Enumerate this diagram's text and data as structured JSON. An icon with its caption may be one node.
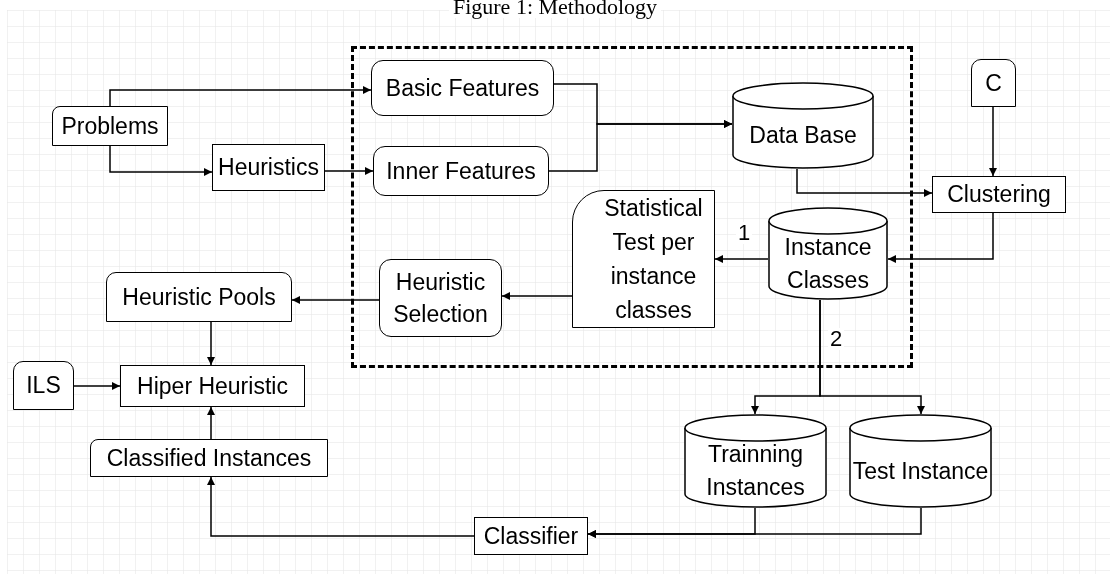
{
  "diagram": {
    "title": "Figure 1: Methodology",
    "nodes": [
      {
        "text": [],
        "shape": "box"
      },
      {
        "text": [
          "Problems"
        ]
      },
      {
        "text": [
          "Basic Features"
        ],
        "in": 0
      },
      {
        "text": [
          "Heuristics"
        ]
      },
      {
        "text": [
          "Inner Features"
        ],
        "in": 0
      },
      {
        "text": [
          "Data Base"
        ],
        "in": 0
      },
      {
        "text": [
          "C"
        ]
      },
      {
        "text": [
          "Clustering"
        ]
      },
      {
        "text": [
          "Statistical Test per instance classes"
        ],
        "in": 0
      },
      {
        "text": [
          "Instance Classes"
        ],
        "in": 0
      },
      {
        "text": [
          "Heuristic Selection"
        ],
        "in": 0
      },
      {
        "text": [
          "Heuristic Pools"
        ]
      },
      {
        "text": [
          "ILS"
        ]
      },
      {
        "text": [
          "Hiper Heuristic"
        ]
      },
      {
        "text": [
          "Classified Instances"
        ]
      },
      {
        "text": [
          "Trainning Instances"
        ]
      },
      {
        "text": [
          "Test Instance"
        ]
      },
      {
        "text": [
          "Classifier"
        ]
      }
    ],
    "edges": [
      {
        "from": 1,
        "to": 2,
        "arrow": "to"
      },
      {
        "from": 1,
        "to": 3,
        "arrow": "to"
      },
      {
        "from": 3,
        "to": 4,
        "arrow": "to"
      },
      {
        "from": 2,
        "to": 5,
        "arrow": "to"
      },
      {
        "from": 4,
        "to": 5,
        "arrow": "to"
      },
      {
        "from": 5,
        "to": 7,
        "arrow": "to"
      },
      {
        "from": 6,
        "to": 7,
        "arrow": "to"
      },
      {
        "from": 7,
        "to": 9,
        "arrow": "to"
      },
      {
        "from": 9,
        "to": 8,
        "arrow": "to",
        "label": "1"
      },
      {
        "from": 8,
        "to": 10,
        "arrow": "to"
      },
      {
        "from": 10,
        "to": 11,
        "arrow": "to"
      },
      {
        "from": 11,
        "to": 13,
        "arrow": "to"
      },
      {
        "from": 12,
        "to": 13,
        "arrow": "to"
      },
      {
        "from": 14,
        "to": 13,
        "arrow": "to"
      },
      {
        "from": 9,
        "to": 15,
        "arrow": "to",
        "label": "2"
      },
      {
        "from": 9,
        "to": 16,
        "arrow": "to"
      },
      {
        "from": 15,
        "to": 17,
        "arrow": "to"
      },
      {
        "from": 16,
        "to": 17,
        "arrow": "to"
      },
      {
        "from": 17,
        "to": 14,
        "arrow": "to"
      }
    ]
  }
}
